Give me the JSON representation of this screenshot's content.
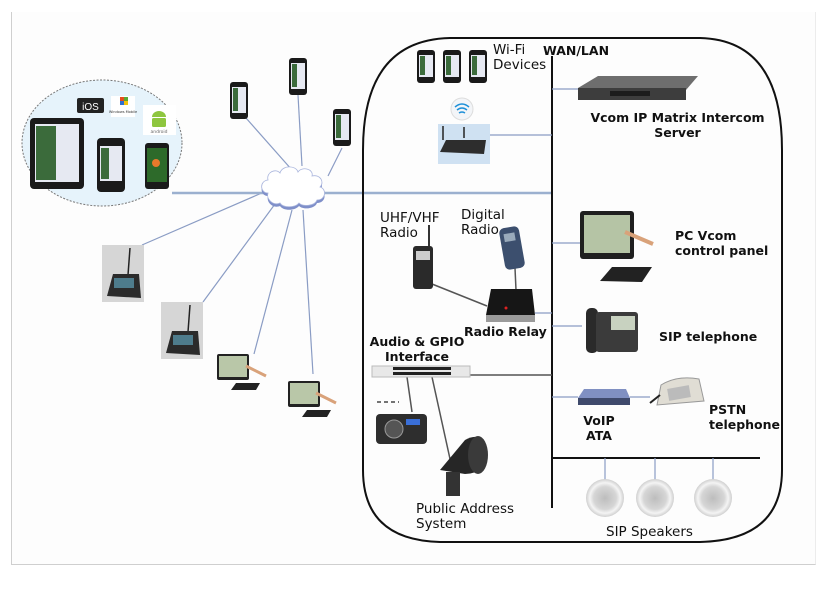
{
  "diagram": {
    "title": "Vcom IP Matrix Intercom network architecture",
    "network_backbone": "WAN/LAN",
    "cloud": "internet-cloud",
    "mobile_platforms": {
      "logos": [
        "iOS",
        "Windows Mobile",
        "android"
      ]
    },
    "labels": {
      "wifi_devices": "Wi-Fi\nDevices",
      "wan_lan": "WAN/LAN",
      "server": "Vcom IP Matrix Intercom\nServer",
      "uhf_vhf": "UHF/VHF\nRadio",
      "digital_radio": "Digital\nRadio",
      "radio_relay": "Radio Relay",
      "pc_panel": "PC Vcom\ncontrol panel",
      "sip_telephone": "SIP telephone",
      "audio_gpio": "Audio & GPIO\nInterface",
      "voip_ata": "VoIP\nATA",
      "pstn": "PSTN\ntelephone",
      "public_address": "Public Address\nSystem",
      "sip_speakers": "SIP Speakers"
    },
    "colors": {
      "link": "#8a9cc4",
      "backbone": "#111111",
      "bubble": "#e6f3fb",
      "cloud_shadow": "#7f8fc9"
    }
  }
}
